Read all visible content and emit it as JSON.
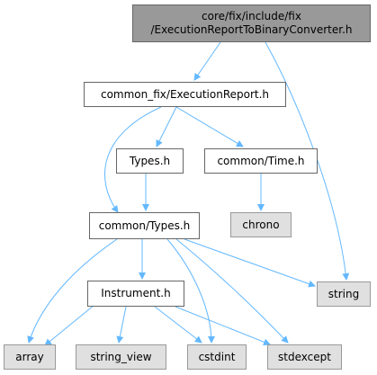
{
  "colors": {
    "edge": "#63b8ff",
    "node_border": "#666666",
    "root_fill": "#999999",
    "system_fill": "#e0e0e0"
  },
  "nodes": {
    "root_line1": "core/fix/include/fix",
    "root_line2": "/ExecutionReportToBinaryConverter.h",
    "execution_report": "common_fix/ExecutionReport.h",
    "types_h": "Types.h",
    "common_time": "common/Time.h",
    "chrono": "chrono",
    "common_types": "common/Types.h",
    "string": "string",
    "instrument": "Instrument.h",
    "array": "array",
    "string_view": "string_view",
    "cstdint": "cstdint",
    "stdexcept": "stdexcept"
  }
}
